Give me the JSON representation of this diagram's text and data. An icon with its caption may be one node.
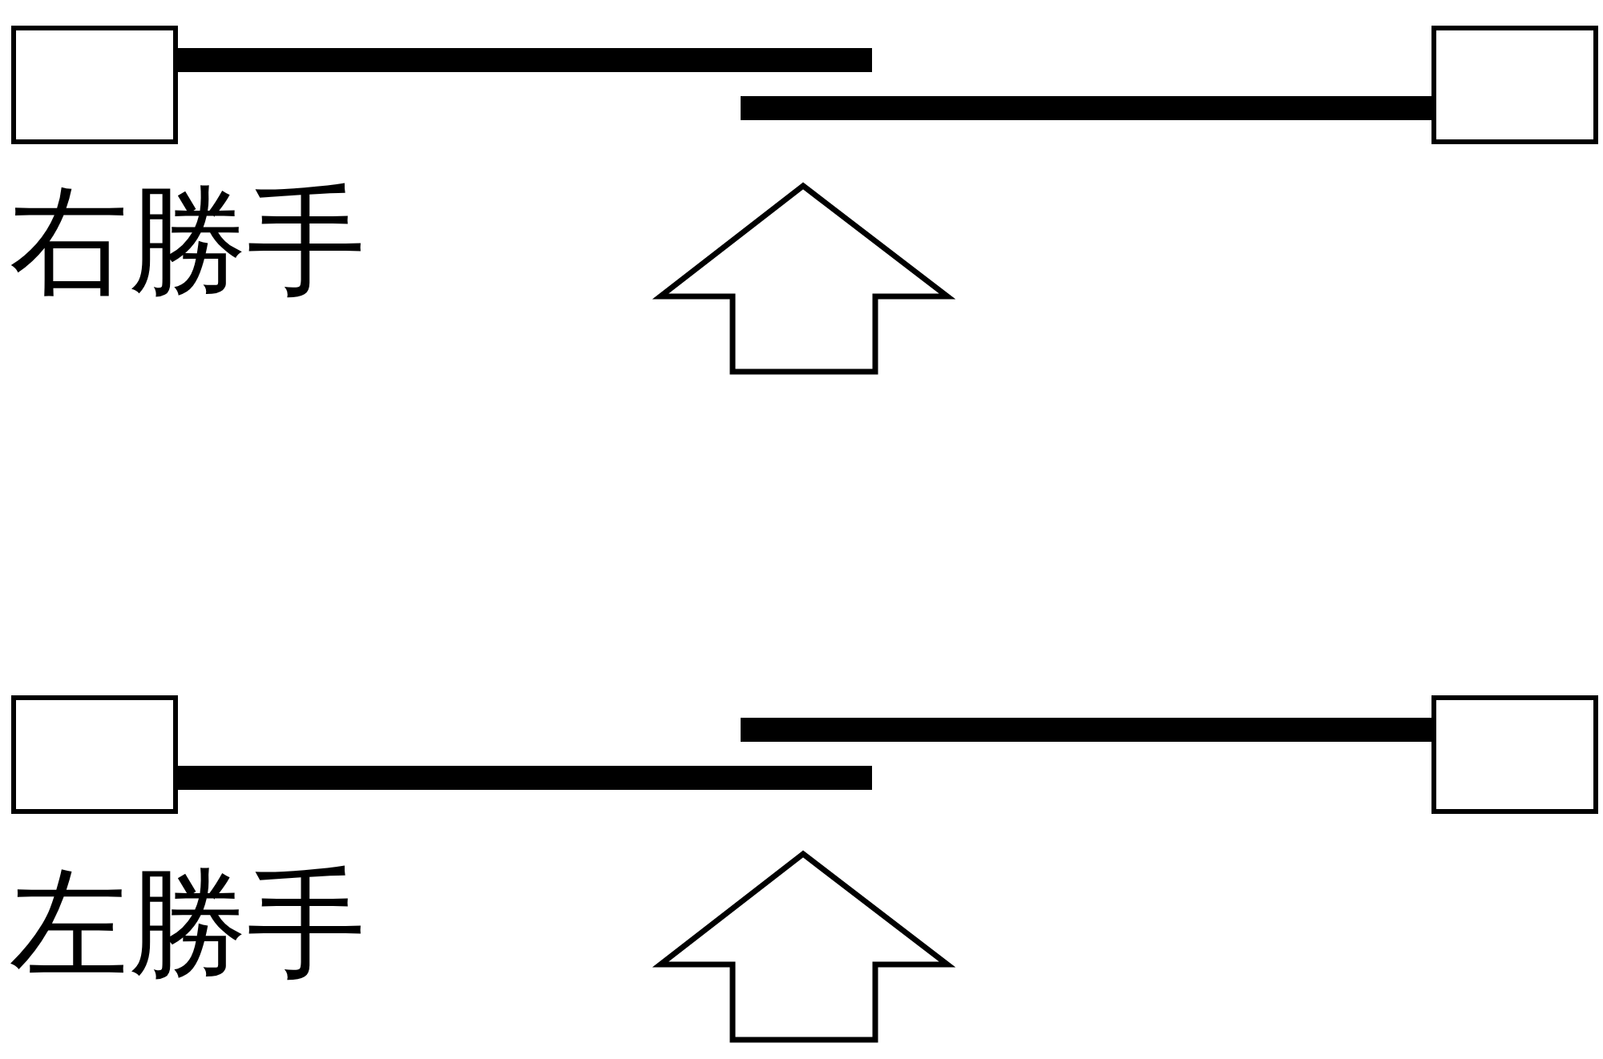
{
  "diagram": {
    "nodes": [
      {
        "text": [],
        "shape": "box"
      },
      {
        "text": [],
        "shape": "box"
      },
      {
        "text": [],
        "shape": "box"
      },
      {
        "text": [],
        "shape": "box"
      }
    ],
    "labels": [
      "右勝手",
      "左勝手"
    ]
  }
}
